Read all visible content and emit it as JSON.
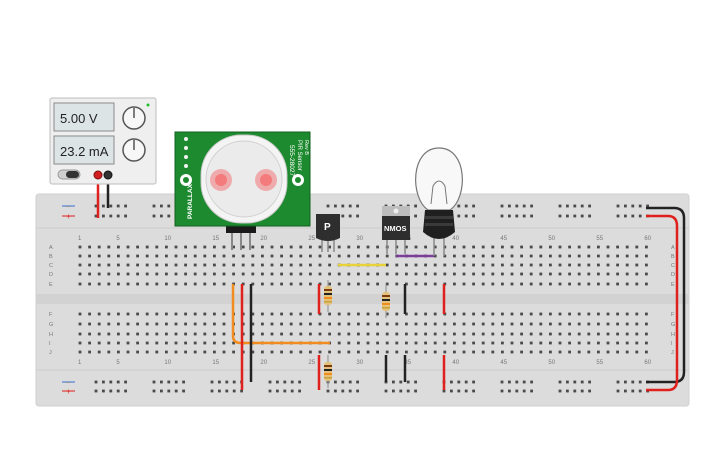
{
  "power_supply": {
    "voltage_display": "5.00 V",
    "current_display": "23.2 mA"
  },
  "pir_sensor": {
    "brand": "PARALLAX",
    "part_number": "555-28027",
    "label": "PIR Sensor",
    "revision": "Rev B"
  },
  "transistor": {
    "label": "P"
  },
  "mosfet": {
    "label": "NMOS"
  },
  "breadboard": {
    "column_labels": [
      "1",
      "5",
      "10",
      "15",
      "20",
      "25",
      "30",
      "35",
      "40",
      "45",
      "50",
      "55",
      "60"
    ],
    "row_labels_top": [
      "A",
      "B",
      "C",
      "D",
      "E"
    ],
    "row_labels_bottom": [
      "F",
      "G",
      "H",
      "I",
      "J"
    ],
    "rail_plus": "+",
    "rail_minus": "−"
  },
  "colors": {
    "board": "#dcdcdc",
    "wire_red": "#e0201c",
    "wire_black": "#222222",
    "wire_orange": "#f28c1e",
    "wire_yellow": "#e8d23a",
    "wire_purple": "#7a3d9a",
    "pir_pcb": "#1d8a2f",
    "display_bg": "#dde4e6"
  }
}
